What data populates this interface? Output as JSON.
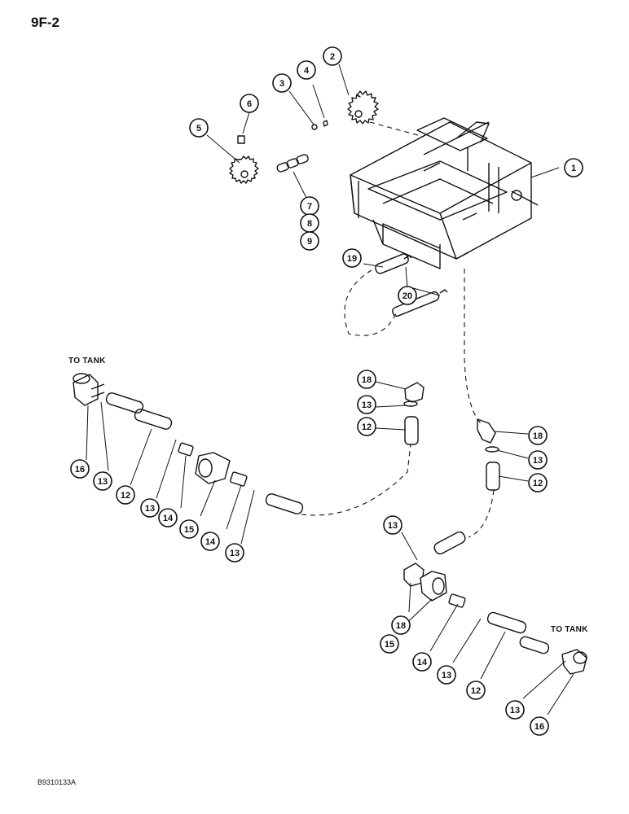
{
  "page_number": "9F-2",
  "tank_labels": [
    "TO TANK",
    "TO TANK"
  ],
  "reference_code": "B9310133A",
  "callouts": [
    "1",
    "2",
    "3",
    "4",
    "5",
    "6",
    "7",
    "8",
    "9",
    "12",
    "13",
    "14",
    "15",
    "16",
    "18",
    "19",
    "20"
  ]
}
